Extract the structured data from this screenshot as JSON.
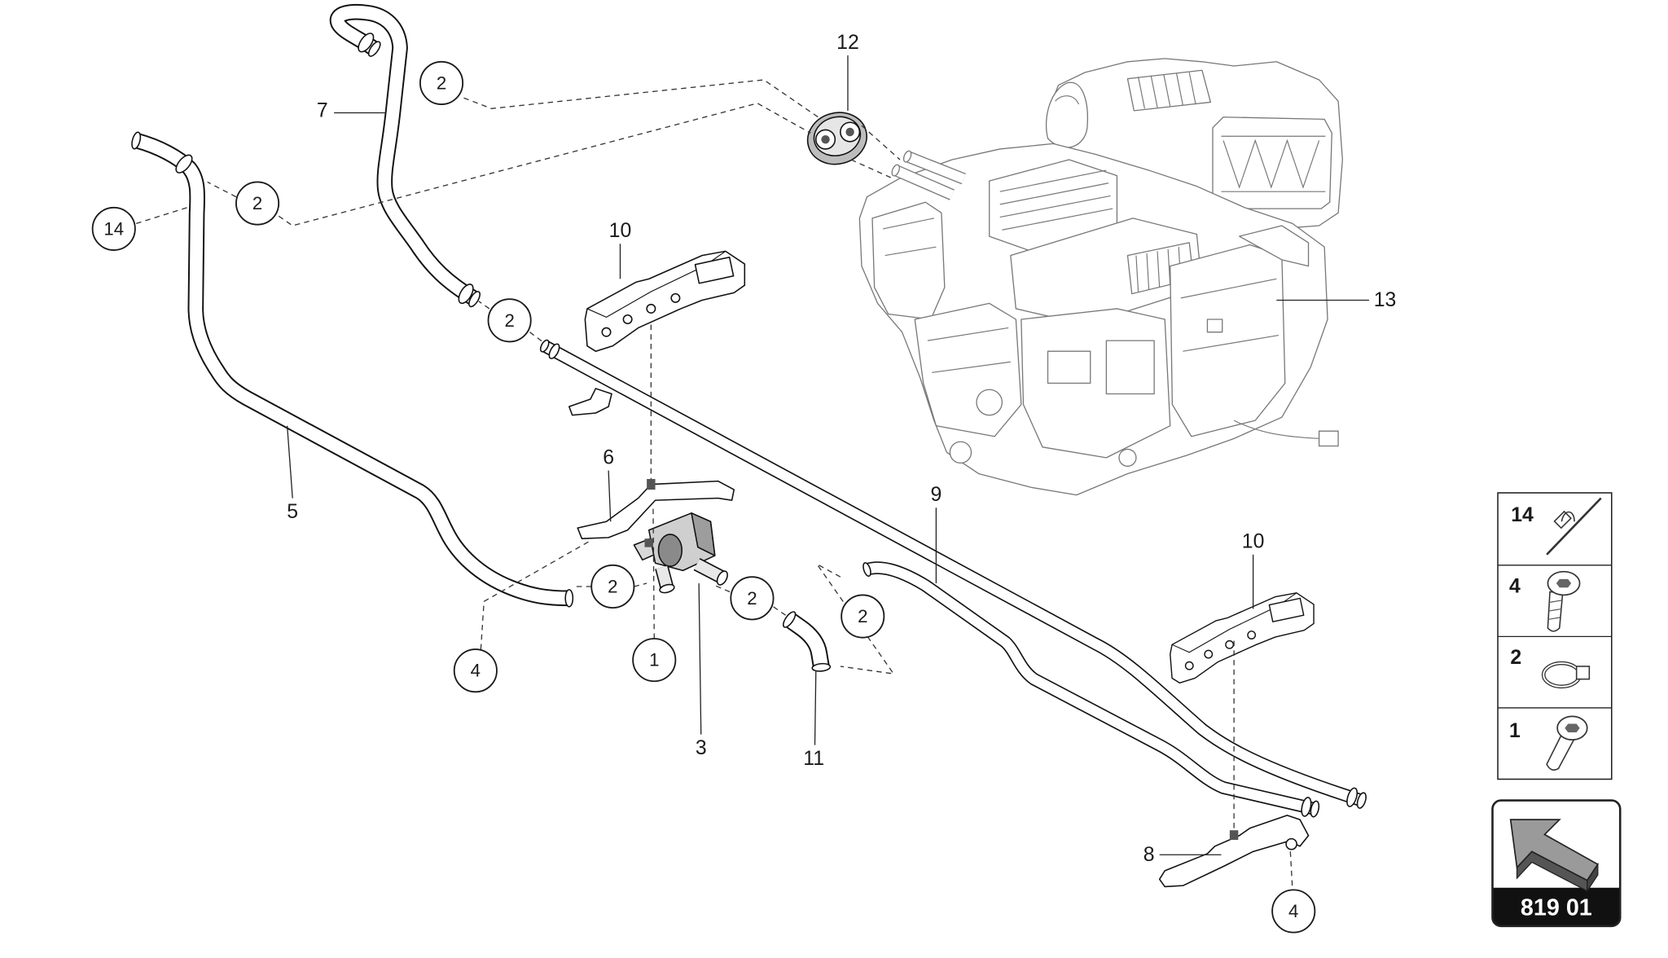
{
  "part_labels": [
    "12",
    "7",
    "10",
    "13",
    "6",
    "9",
    "5",
    "10",
    "3",
    "11",
    "8"
  ],
  "circle_callouts": [
    "2",
    "2",
    "14",
    "2",
    "2",
    "2",
    "2",
    "4",
    "1",
    "4"
  ],
  "legend": [
    {
      "label": "14",
      "icon": "cable-tie-icon"
    },
    {
      "label": "4",
      "icon": "screw-icon"
    },
    {
      "label": "2",
      "icon": "hose-clamp-icon"
    },
    {
      "label": "1",
      "icon": "bolt-icon"
    }
  ],
  "reference": {
    "code": "819 01",
    "icon": "arrow-icon"
  },
  "colors": {
    "line": "#111111",
    "hvac": "#777777",
    "arrow": "#9a9a9a",
    "badge": "#111111"
  }
}
